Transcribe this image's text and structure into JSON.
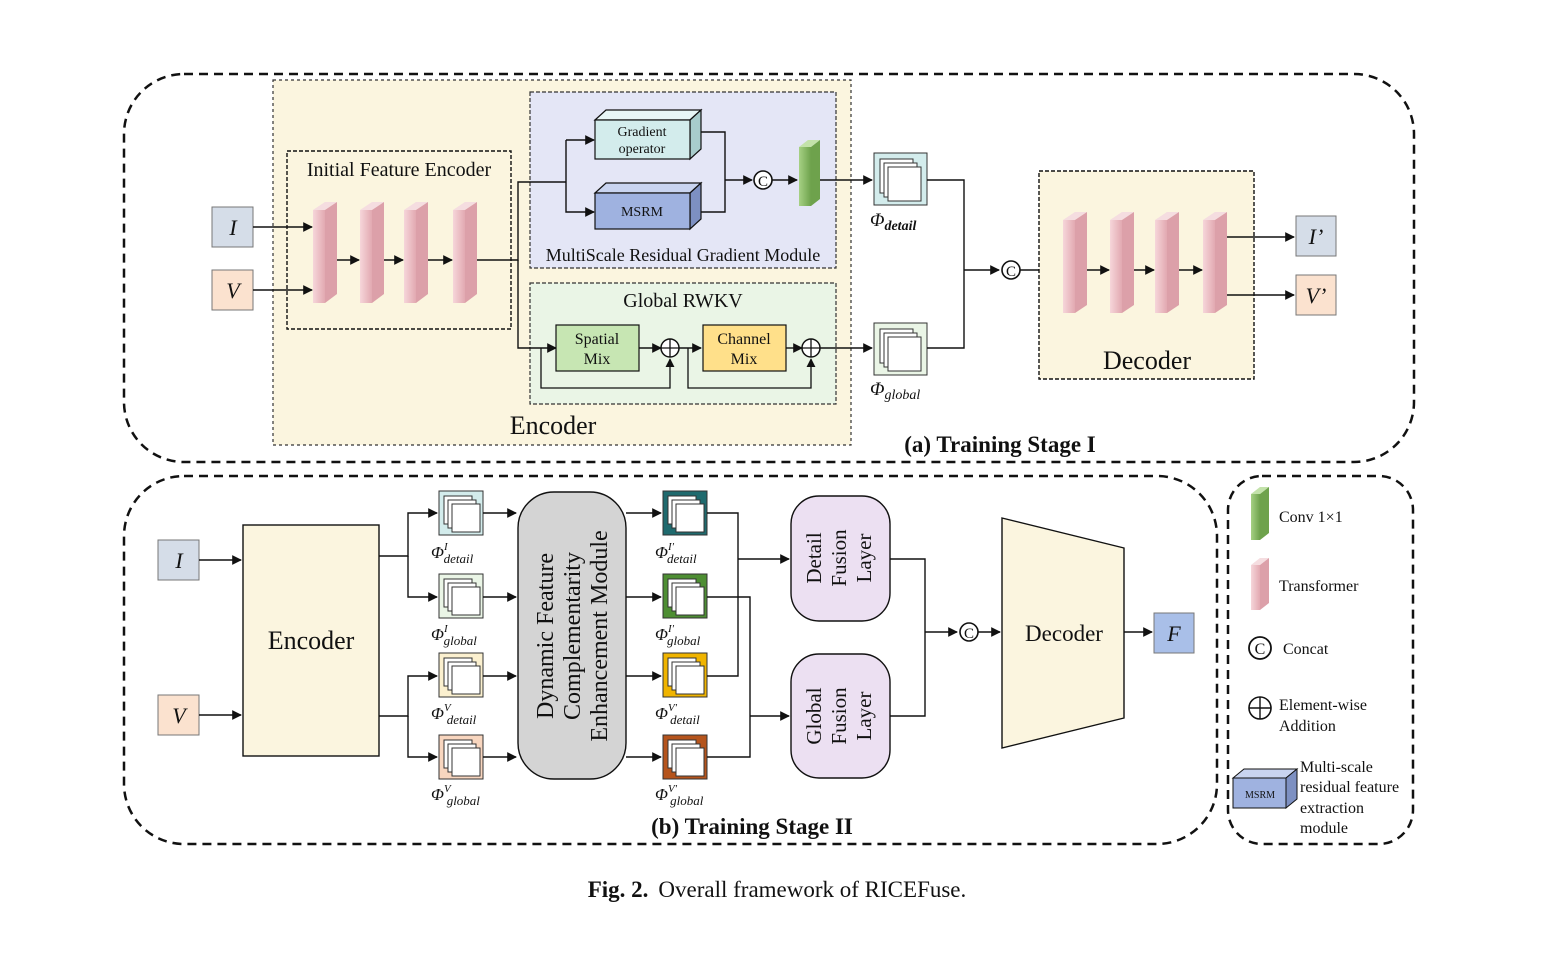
{
  "caption": {
    "label": "Fig. 2.",
    "text": "Overall framework of RICEFuse."
  },
  "stage1": {
    "title": "(a) Training Stage I",
    "input_i": "I",
    "input_v": "V",
    "encoder_label": "Encoder",
    "initial_feature_encoder": "Initial Feature Encoder",
    "gradient_operator_line1": "Gradient",
    "gradient_operator_line2": "operator",
    "msrm": "MSRM",
    "msrgm_label": "MultiScale Residual Gradient Module",
    "global_rwkv": "Global RWKV",
    "spatial_mix_line1": "Spatial",
    "spatial_mix_line2": "Mix",
    "channel_mix_line1": "Channel",
    "channel_mix_line2": "Mix",
    "phi_symbol": "Φ",
    "phi_detail_sub": "detail",
    "phi_global_sub": "global",
    "decoder_label": "Decoder",
    "output_i": "I’",
    "output_v": "V’",
    "concat_symbol": "C"
  },
  "stage2": {
    "title": "(b) Training Stage II",
    "input_i": "I",
    "input_v": "V",
    "encoder_label": "Encoder",
    "dfcem_line1": "Dynamic Feature",
    "dfcem_line2": "Complementarity",
    "dfcem_line3": "Enhancement Module",
    "detail_fusion_line1": "Detail",
    "detail_fusion_line2": "Fusion",
    "detail_fusion_line3": "Layer",
    "global_fusion_line1": "Global",
    "global_fusion_line2": "Fusion",
    "global_fusion_line3": "Layer",
    "decoder_label": "Decoder",
    "output_f": "F",
    "phi_symbol": "Φ",
    "sup_i": "I",
    "sup_v": "V",
    "sup_i_prime": "I′",
    "sup_v_prime": "V′",
    "sub_detail": "detail",
    "sub_global": "global",
    "concat_symbol": "C"
  },
  "legend": {
    "conv": "Conv 1×1",
    "transformer": "Transformer",
    "concat": "Concat",
    "addition_line1": "Element-wise",
    "addition_line2": "Addition",
    "msrm_box": "MSRM",
    "msrm_line1": "Multi-scale",
    "msrm_line2": "residual feature",
    "msrm_line3": "extraction",
    "msrm_line4": "module"
  },
  "colors": {
    "encoder_bg": "#fbf5df",
    "msrgm_bg": "#e4e6f6",
    "rwkv_bg": "#eaf5e6",
    "gradient_box": "#d3ecec",
    "msrm_box": "#9fb2e0",
    "spatial_mix": "#c7e6b3",
    "channel_mix": "#ffe08a",
    "conv_green": "#8fc26c",
    "transformer_pink": "#f0c6cc",
    "input_blue": "#d5dde8",
    "input_peach": "#fbe2cf",
    "decoder_trap": "#fbf5df",
    "dfcem_gray": "#d4d4d4",
    "fusion_lilac": "#ece0f2",
    "output_blue": "#a9bfe8"
  }
}
